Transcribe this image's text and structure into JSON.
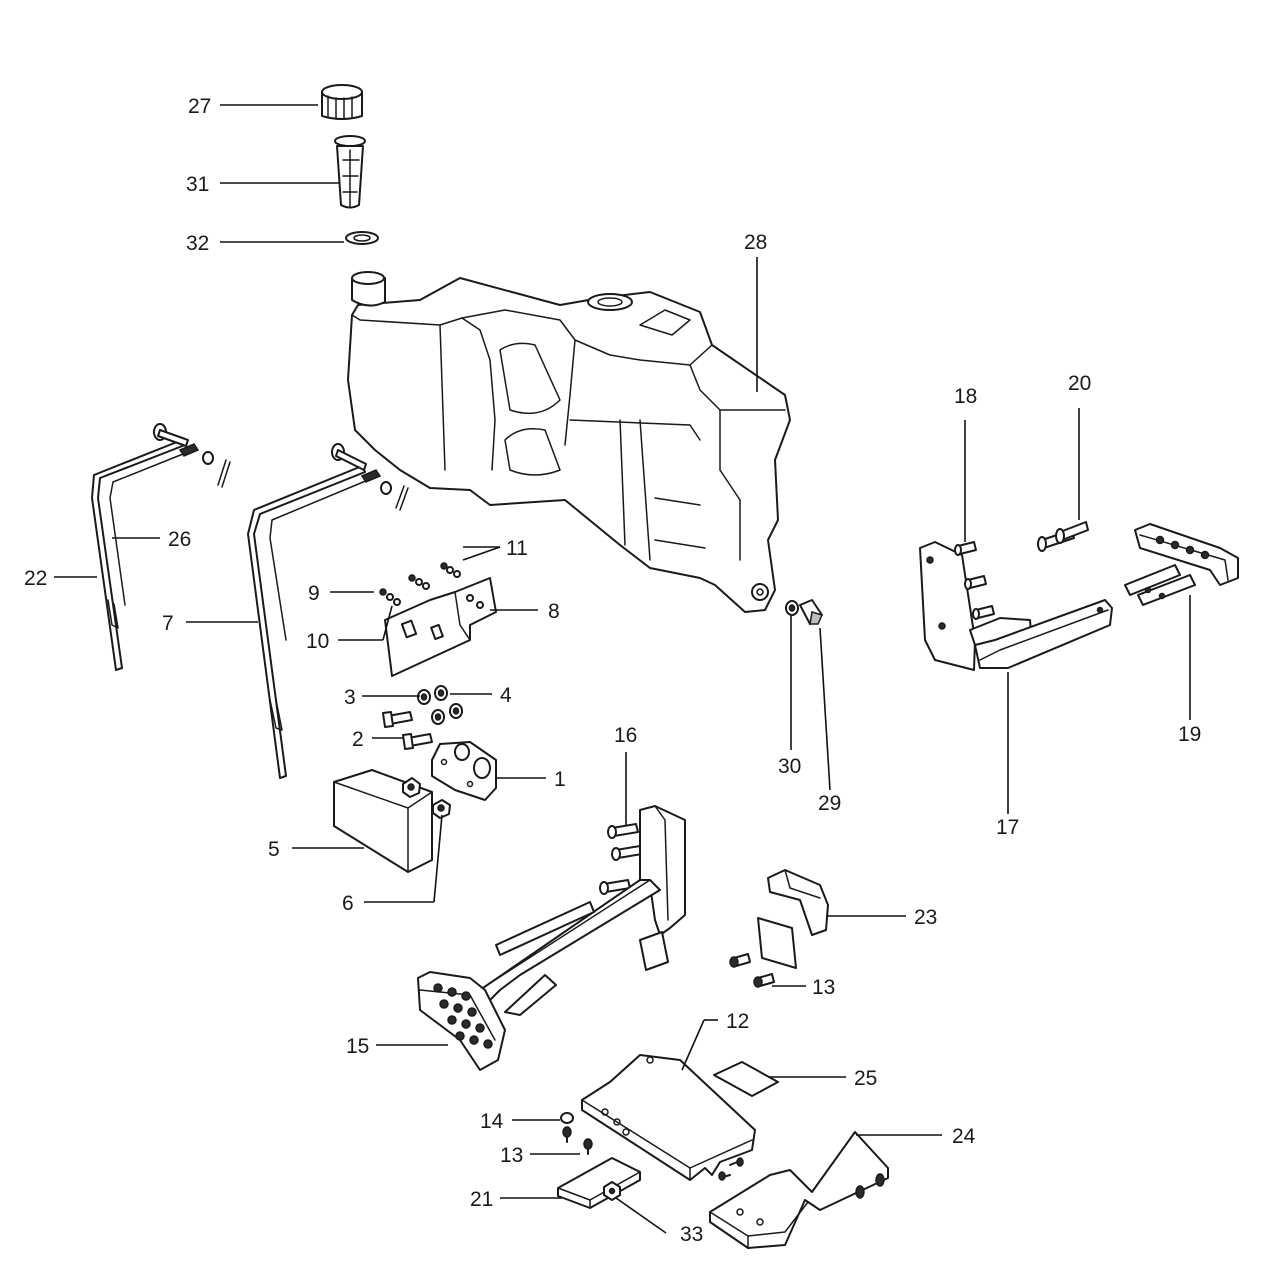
{
  "callouts": [
    "1",
    "2",
    "3",
    "4",
    "5",
    "6",
    "7",
    "8",
    "9",
    "10",
    "11",
    "12",
    "13",
    "13",
    "14",
    "15",
    "16",
    "17",
    "18",
    "19",
    "20",
    "21",
    "22",
    "23",
    "24",
    "25",
    "26",
    "27",
    "28",
    "29",
    "30",
    "31",
    "32",
    "33"
  ]
}
